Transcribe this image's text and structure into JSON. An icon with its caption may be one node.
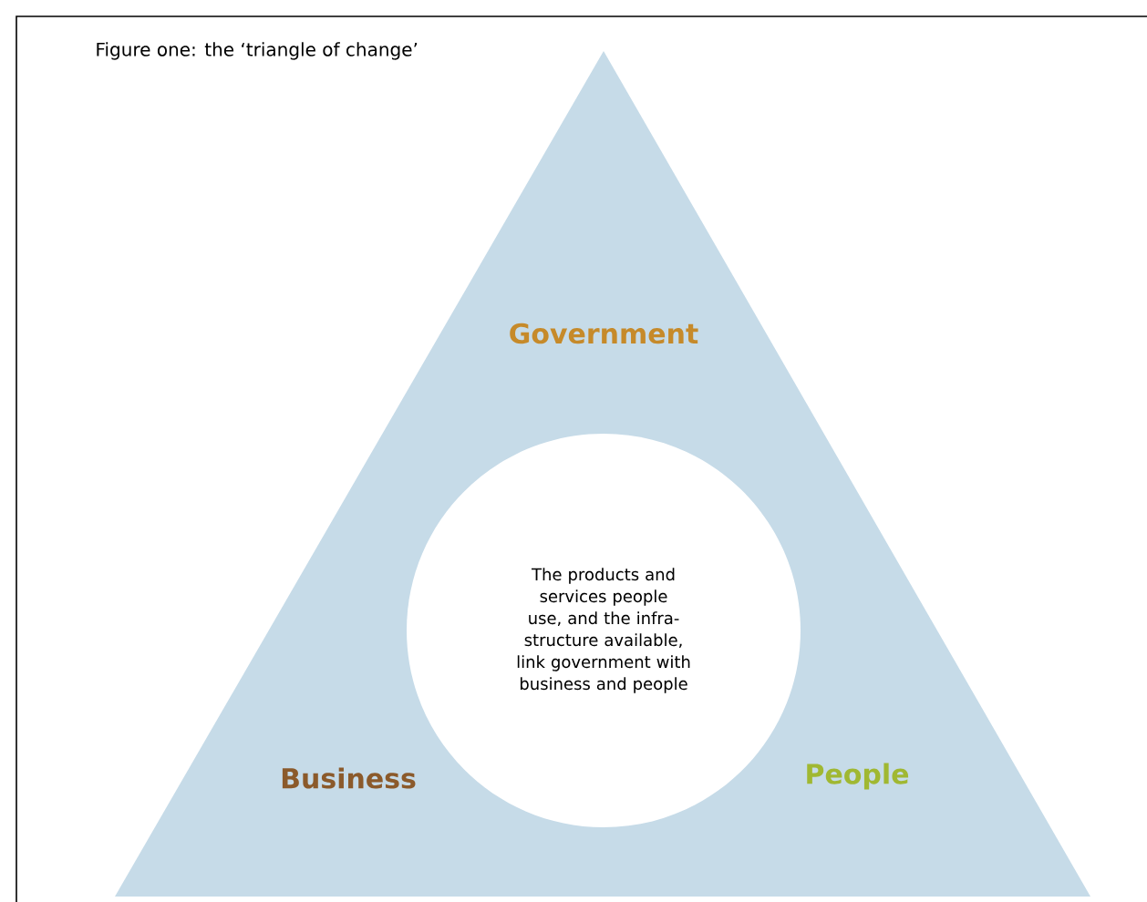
{
  "diagram": {
    "title": "Figure one: the ‘triangle of change’",
    "nodes": [
      {
        "text": [
          "Government",
          "Business",
          "People"
        ]
      },
      {
        "text": [
          "The products and services people use, and the infra-structure available, link government with business and people"
        ],
        "in": 0
      }
    ]
  }
}
